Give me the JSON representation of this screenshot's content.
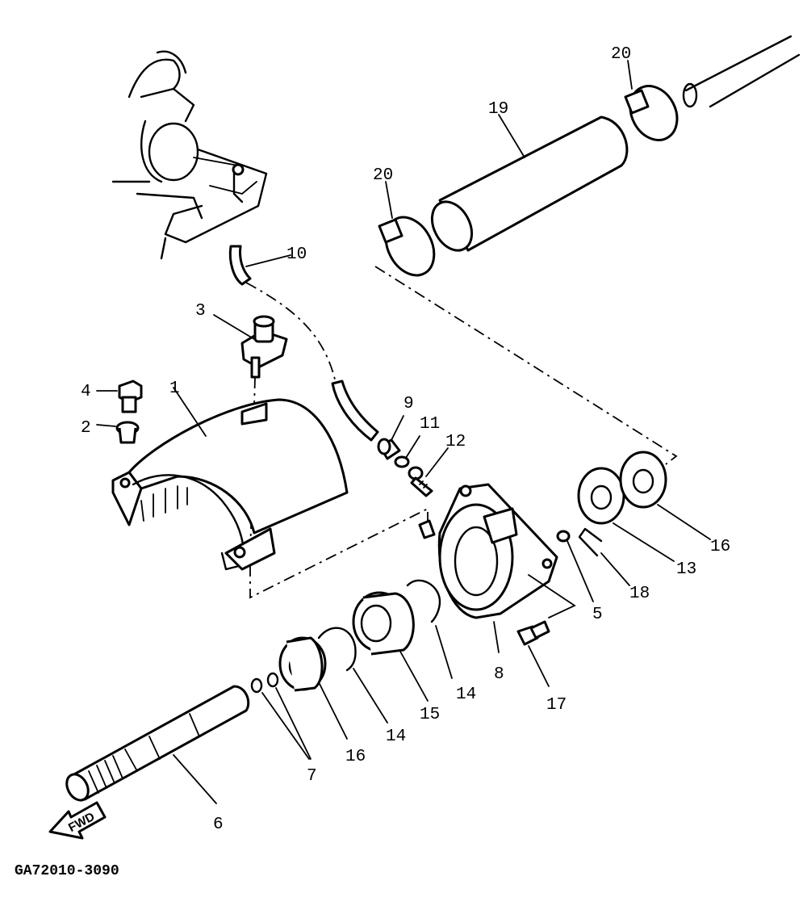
{
  "diagram": {
    "drawing_code": "GA72010-3090",
    "direction_label": "FWD",
    "callouts": {
      "p1": "1",
      "p2": "2",
      "p3": "3",
      "p4": "4",
      "p5": "5",
      "p6": "6",
      "p7": "7",
      "p8": "8",
      "p9": "9",
      "p10": "10",
      "p11": "11",
      "p12": "12",
      "p13": "13",
      "p14a": "14",
      "p14b": "14",
      "p15": "15",
      "p16a": "16",
      "p16b": "16",
      "p17": "17",
      "p18": "18",
      "p19": "19",
      "p20a": "20",
      "p20b": "20"
    }
  }
}
